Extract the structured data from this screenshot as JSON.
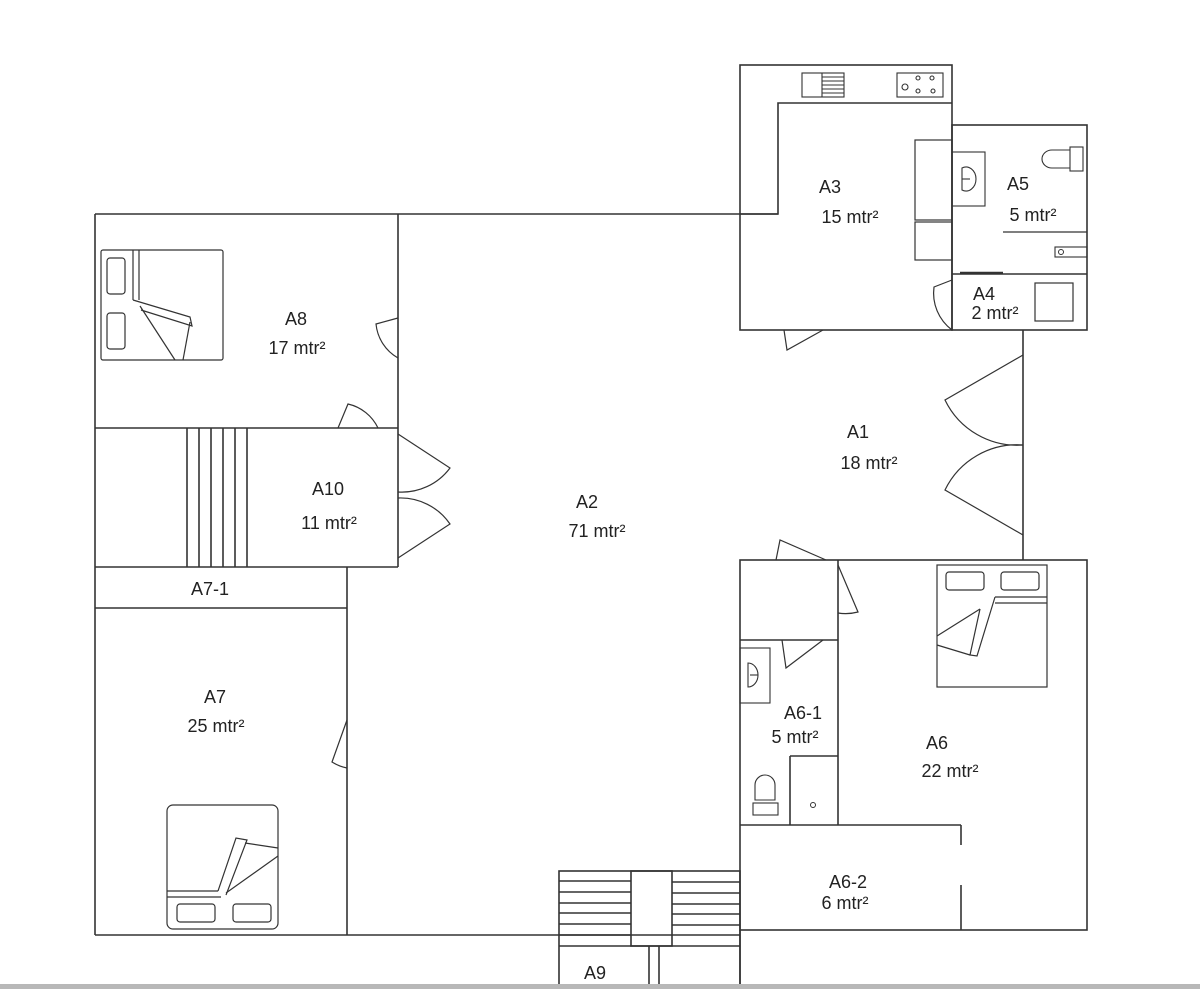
{
  "plan": {
    "line_color": "#333333",
    "background": "#ffffff",
    "area_unit": "mtr²",
    "rooms": [
      {
        "id": "A1",
        "name": "A1",
        "area": "18 mtr²"
      },
      {
        "id": "A2",
        "name": "A2",
        "area": "71 mtr²"
      },
      {
        "id": "A3",
        "name": "A3",
        "area": "15 mtr²"
      },
      {
        "id": "A4",
        "name": "A4",
        "area": "2 mtr²"
      },
      {
        "id": "A5",
        "name": "A5",
        "area": "5 mtr²"
      },
      {
        "id": "A6",
        "name": "A6",
        "area": "22 mtr²"
      },
      {
        "id": "A6-1",
        "name": "A6-1",
        "area": "5 mtr²"
      },
      {
        "id": "A6-2",
        "name": "A6-2",
        "area": "6 mtr²"
      },
      {
        "id": "A7",
        "name": "A7",
        "area": "25 mtr²"
      },
      {
        "id": "A7-1",
        "name": "A7-1",
        "area": ""
      },
      {
        "id": "A8",
        "name": "A8",
        "area": "17 mtr²"
      },
      {
        "id": "A9",
        "name": "A9",
        "area": ""
      },
      {
        "id": "A10",
        "name": "A10",
        "area": "11 mtr²"
      }
    ],
    "fixtures": [
      "bed-icon",
      "bed-icon",
      "bed-icon",
      "toilet-icon",
      "toilet-icon",
      "sink-icon",
      "sink-icon",
      "kitchen-sink-icon",
      "stove-icon",
      "shower-icon",
      "staircase-icon"
    ]
  }
}
